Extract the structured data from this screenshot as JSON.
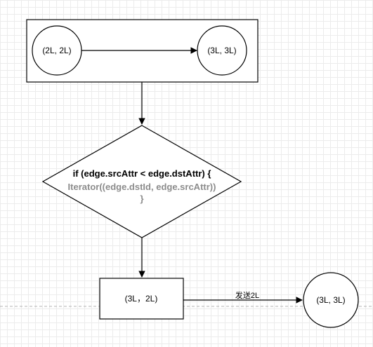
{
  "diagram": {
    "top_group": {
      "source_node": {
        "label": "(2L, 2L)"
      },
      "target_node": {
        "label": "(3L, 3L)"
      }
    },
    "decision": {
      "line1": "if (edge.srcAttr < edge.dstAttr) {",
      "line2": "Iterator((edge.dstId, edge.srcAttr))",
      "line3": "}"
    },
    "result_box": {
      "label": "(3L，2L)"
    },
    "send_edge": {
      "label": "发送2L"
    },
    "dest_node": {
      "label": "(3L, 3L)"
    }
  },
  "colors": {
    "stroke": "#000000",
    "code_primary": "#000000",
    "code_muted": "#8c8c8c",
    "grid": "#ececec",
    "dashed_line": "#b0b0b0"
  }
}
